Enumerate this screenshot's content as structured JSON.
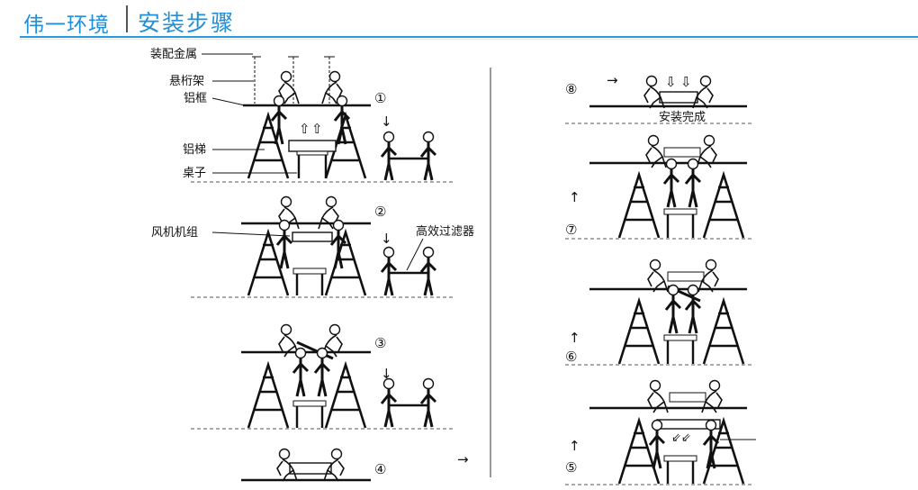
{
  "header": {
    "brand": "伟一环境",
    "title": "安装步骤"
  },
  "labels": {
    "fitting": "装配金属",
    "hanger": "悬桁架",
    "frame": "铝框",
    "ladder": "铝梯",
    "table": "桌子",
    "fan_unit": "风机机组",
    "hepa": "高效过滤器",
    "done": "安装完成"
  },
  "steps": [
    "①",
    "②",
    "③",
    "④",
    "⑤",
    "⑥",
    "⑦",
    "⑧"
  ]
}
